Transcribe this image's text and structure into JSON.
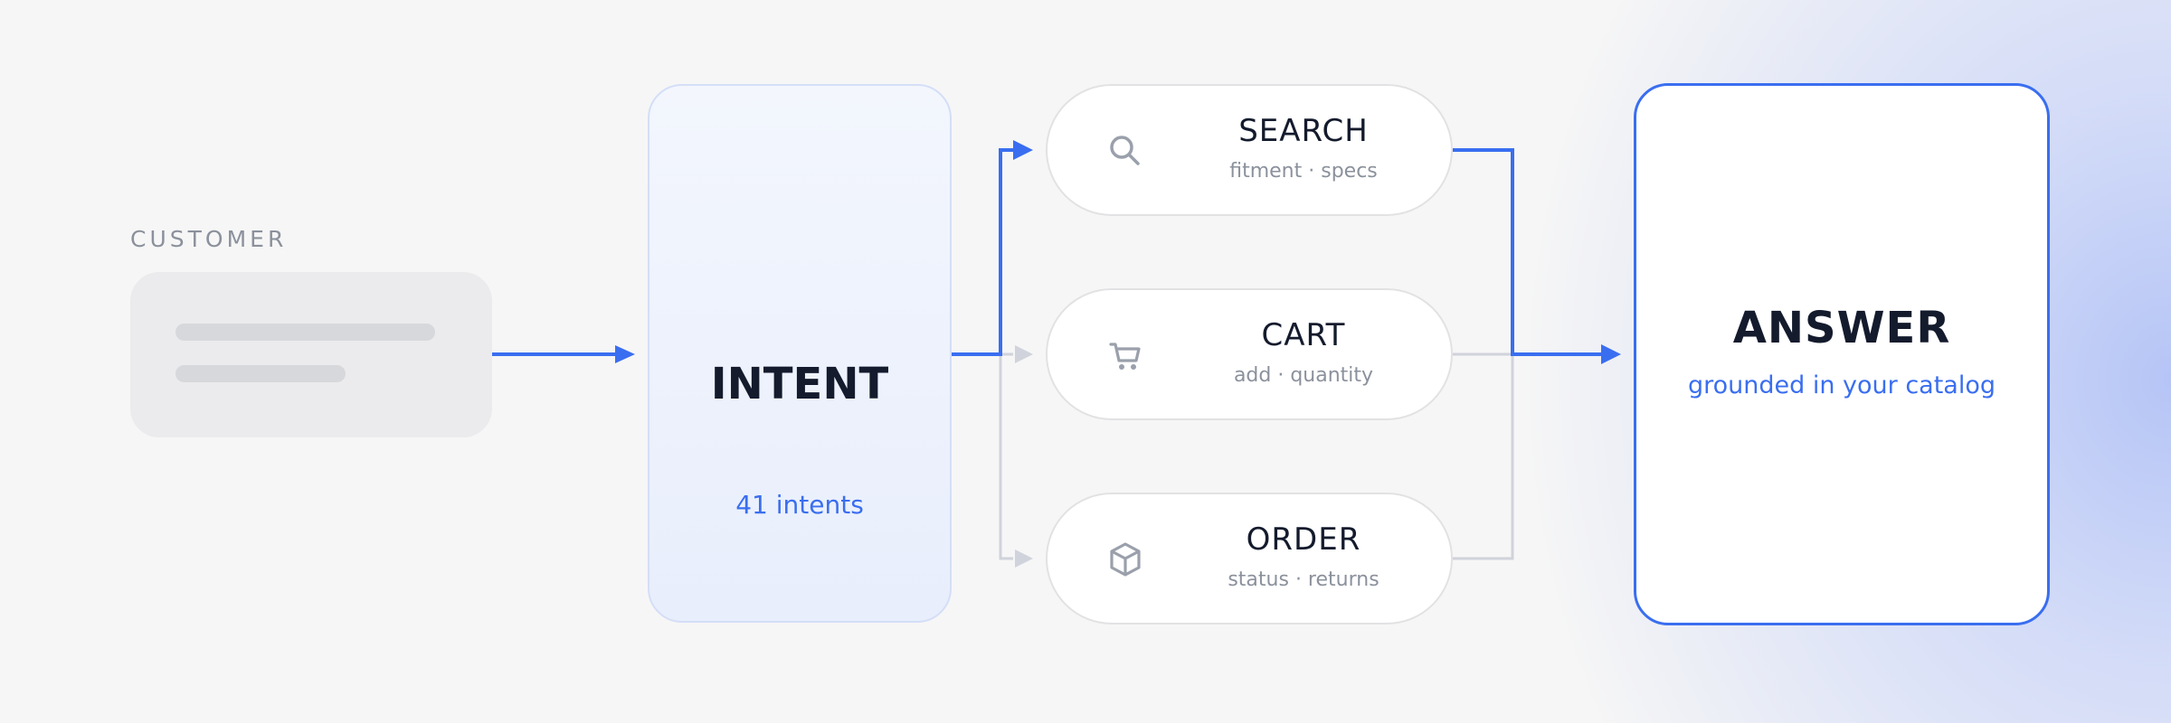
{
  "customer": {
    "label": "CUSTOMER"
  },
  "intent": {
    "title": "INTENT",
    "count_label": "41 intents"
  },
  "routes": [
    {
      "name": "SEARCH",
      "sub": "fitment · specs",
      "icon": "search-icon",
      "active": true
    },
    {
      "name": "CART",
      "sub": "add · quantity",
      "icon": "cart-icon",
      "active": false
    },
    {
      "name": "ORDER",
      "sub": "status · returns",
      "icon": "box-icon",
      "active": false
    }
  ],
  "answer": {
    "title": "ANSWER",
    "subtitle": "grounded in your catalog"
  },
  "colors": {
    "accent": "#3a6ef0",
    "inactive": "#d0d3db",
    "text": "#141b2d",
    "muted": "#8b919c"
  }
}
